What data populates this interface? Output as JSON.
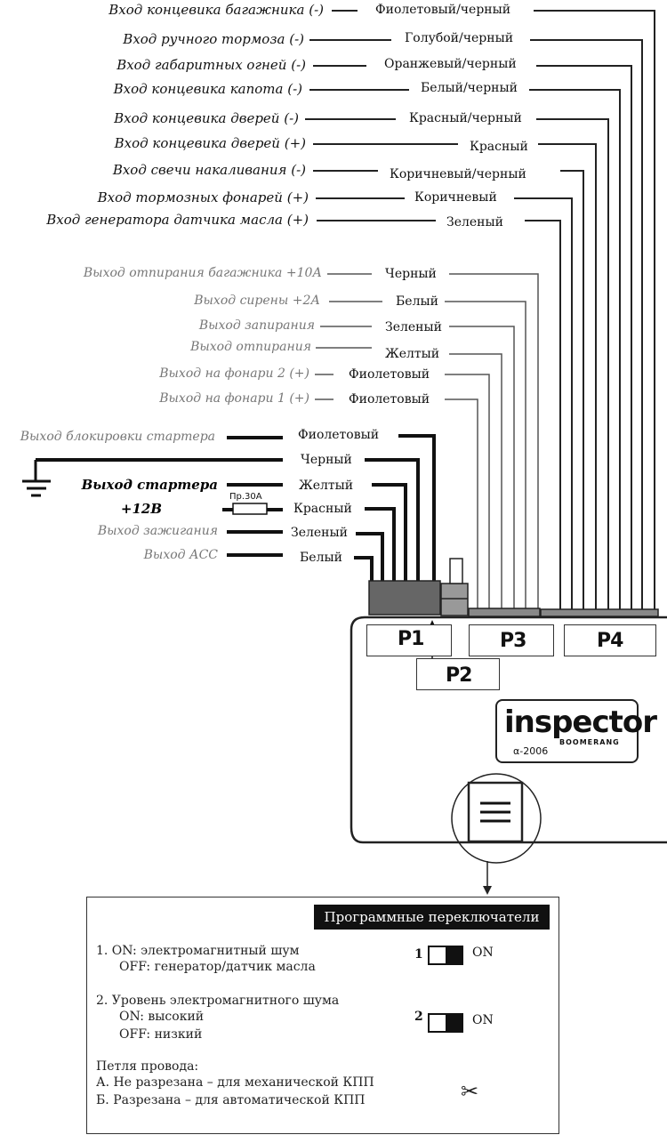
{
  "inputs": [
    {
      "label": "Вход концевика багажника (-)",
      "color": "Фиолетовый/черный"
    },
    {
      "label": "Вход ручного тормоза (-)",
      "color": "Голубой/черный"
    },
    {
      "label": "Вход габаритных огней (-)",
      "color": "Оранжевый/черный"
    },
    {
      "label": "Вход концевика капота (-)",
      "color": "Белый/черный"
    },
    {
      "label": "Вход концевика дверей (-)",
      "color": "Красный/черный"
    },
    {
      "label": "Вход концевика дверей (+)",
      "color": "Красный"
    },
    {
      "label": "Вход свечи накаливания (-)",
      "color": "Коричневый/черный"
    },
    {
      "label": "Вход тормозных фонарей (+)",
      "color": "Коричневый"
    },
    {
      "label": "Вход генератора датчика масла (+)",
      "color": "Зеленый"
    }
  ],
  "outputs": [
    {
      "label": "Выход отпирания багажника +10А",
      "color": "Черный"
    },
    {
      "label": "Выход сирены +2А",
      "color": "Белый"
    },
    {
      "label": "Выход запирания",
      "color": "Зеленый"
    },
    {
      "label": "Выход отпирания",
      "color": "Желтый"
    },
    {
      "label": "Выход на фонари 2 (+)",
      "color": "Фиолетовый"
    },
    {
      "label": "Выход на фонари 1 (+)",
      "color": "Фиолетовый"
    }
  ],
  "power": [
    {
      "label": "Выход блокировки стартера",
      "color": "Фиолетовый"
    },
    {
      "label": "",
      "color": "Черный"
    },
    {
      "label": "Выход стартера",
      "color": "Желтый"
    },
    {
      "label": "+12В",
      "color": "Красный"
    },
    {
      "label": "Выход зажигания",
      "color": "Зеленый"
    },
    {
      "label": "Выход АСС",
      "color": "Белый"
    }
  ],
  "fuse_label": "Пр.30А",
  "connectors": {
    "p1": "P1",
    "p2": "P2",
    "p3": "P3",
    "p4": "P4"
  },
  "logo": {
    "main": "inspector",
    "sub": "BOOMERANG",
    "model": "α-2006"
  },
  "panel": {
    "title": "Программные переключатели",
    "item1_line1": "1. ON:   электромагнитный шум",
    "item1_line2": "OFF: генератор/датчик масла",
    "item2_line1": "2. Уровень электромагнитного шума",
    "item2_line2": "ON: высокий",
    "item2_line3": "OFF: низкий",
    "loop_title": "Петля провода:",
    "loop_a": "А. Не разрезана – для механической КПП",
    "loop_b": "Б. Разрезана – для автоматической КПП",
    "sw1_num": "1",
    "sw2_num": "2",
    "sw_on": "ON",
    "scissors": "✂"
  }
}
